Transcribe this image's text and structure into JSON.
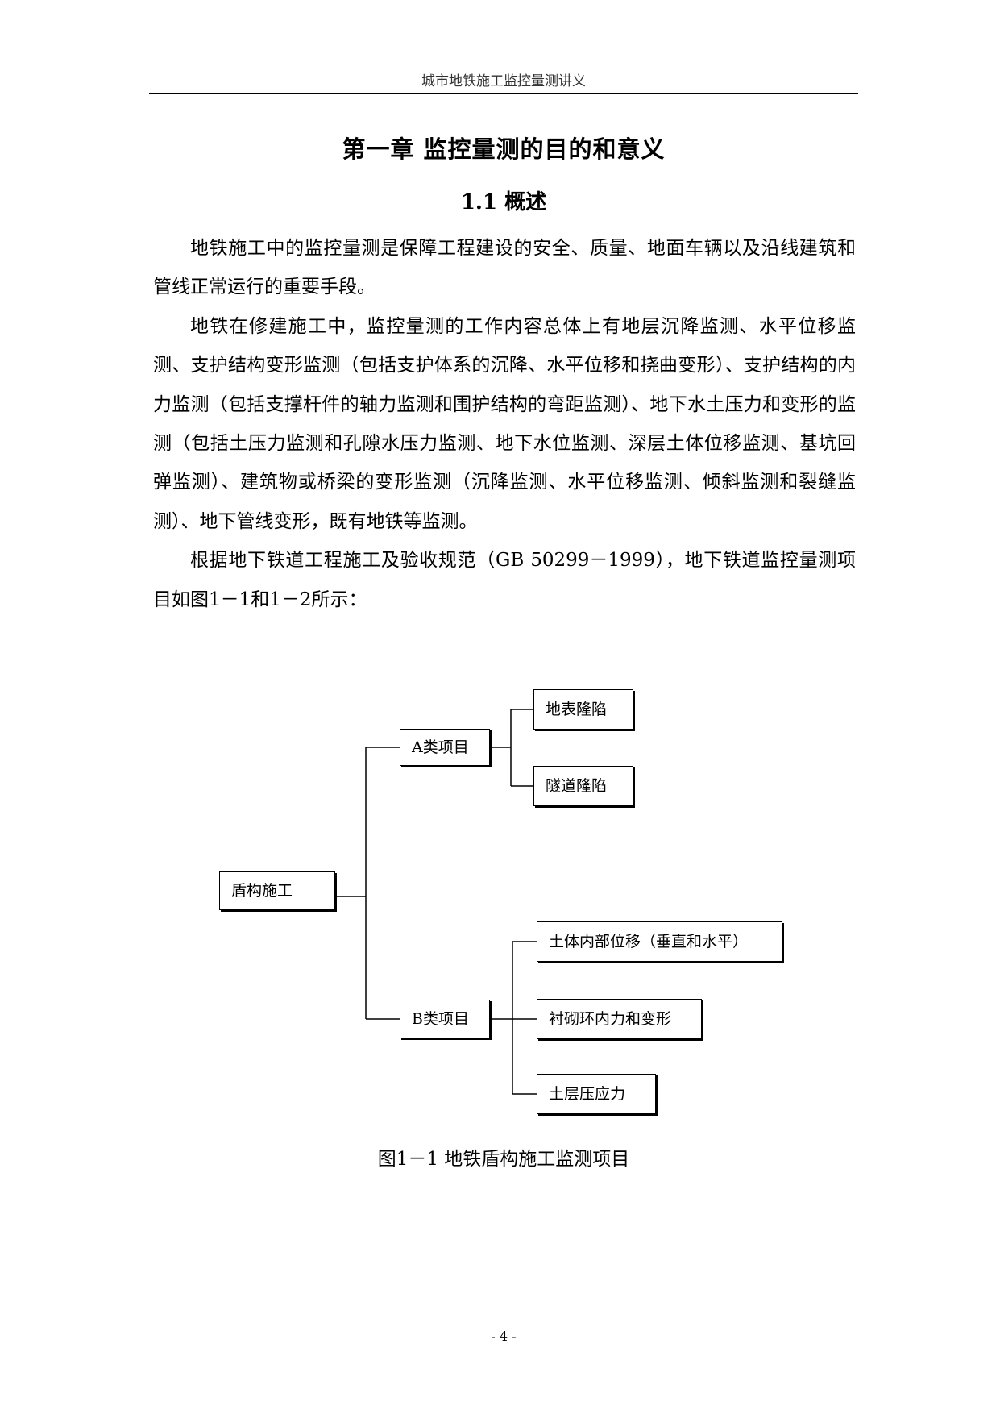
{
  "header": {
    "text": "城市地铁施工监控量测讲义"
  },
  "chapter_title": "第一章 监控量测的目的和意义",
  "section_title": "1.1 概述",
  "paragraphs": [
    "地铁施工中的监控量测是保障工程建设的安全、质量、地面车辆以及沿线建筑和管线正常运行的重要手段。",
    "地铁在修建施工中，监控量测的工作内容总体上有地层沉降监测、水平位移监测、支护结构变形监测（包括支护体系的沉降、水平位移和挠曲变形）、支护结构的内力监测（包括支撑杆件的轴力监测和围护结构的弯距监测）、地下水土压力和变形的监测（包括土压力监测和孔隙水压力监测、地下水位监测、深层土体位移监测、基坑回弹监测）、建筑物或桥梁的变形监测（沉降监测、水平位移监测、倾斜监测和裂缝监测）、地下管线变形，既有地铁等监测。",
    "根据地下铁道工程施工及验收规范（GB 50299－1999），地下铁道监控量测项目如图1－1和1－2所示："
  ],
  "diagram": {
    "root": "盾构施工",
    "category_a": "A类项目",
    "category_a_items": [
      "地表隆陷",
      "隧道隆陷"
    ],
    "category_b": "B类项目",
    "category_b_items": [
      "土体内部位移（垂直和水平）",
      "衬砌环内力和变形",
      "土层压应力"
    ]
  },
  "figure_caption": "图1－1 地铁盾构施工监测项目",
  "page_number": "- 4 -"
}
